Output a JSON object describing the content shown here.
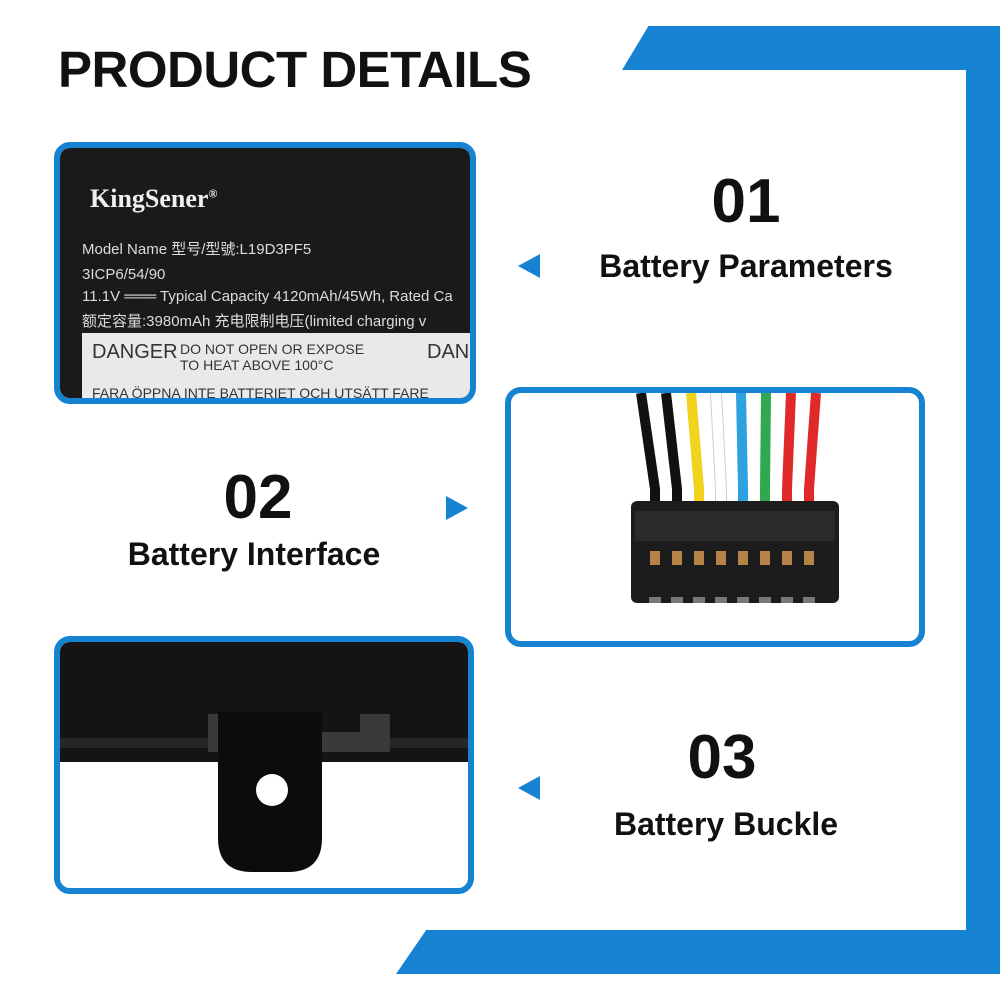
{
  "title": "PRODUCT DETAILS",
  "accent_color": "#1583d1",
  "label": {
    "brand": "KingSener",
    "brand_mark": "®",
    "model_line": "Model Name  型号/型號:L19D3PF5",
    "cell_line": "3ICP6/54/90",
    "capacity_line": "11.1V ═══ Typical Capacity 4120mAh/45Wh, Rated Ca",
    "rated_line": "额定容量:3980mAh  充电限制电压(limited charging v",
    "danger_word": "DANGER",
    "danger_text_1": "DO NOT OPEN OR EXPOSE",
    "danger_text_2": "TO HEAT ABOVE 100°C",
    "danger_word_2": "DANG",
    "danger_line_3": "FARA  ÖPPNA INTE BATTERIET OCH UTSÄTT  FARE"
  },
  "features": [
    {
      "number": "01",
      "caption": "Battery Parameters"
    },
    {
      "number": "02",
      "caption": "Battery Interface"
    },
    {
      "number": "03",
      "caption": "Battery Buckle"
    }
  ],
  "connector": {
    "wire_colors": [
      "#111111",
      "#111111",
      "#f3d21c",
      "#ffffff",
      "#2aa3e0",
      "#2fa84f",
      "#e02a2a",
      "#e02a2a"
    ]
  },
  "icons": [
    "triangle-left-icon",
    "triangle-right-icon"
  ]
}
